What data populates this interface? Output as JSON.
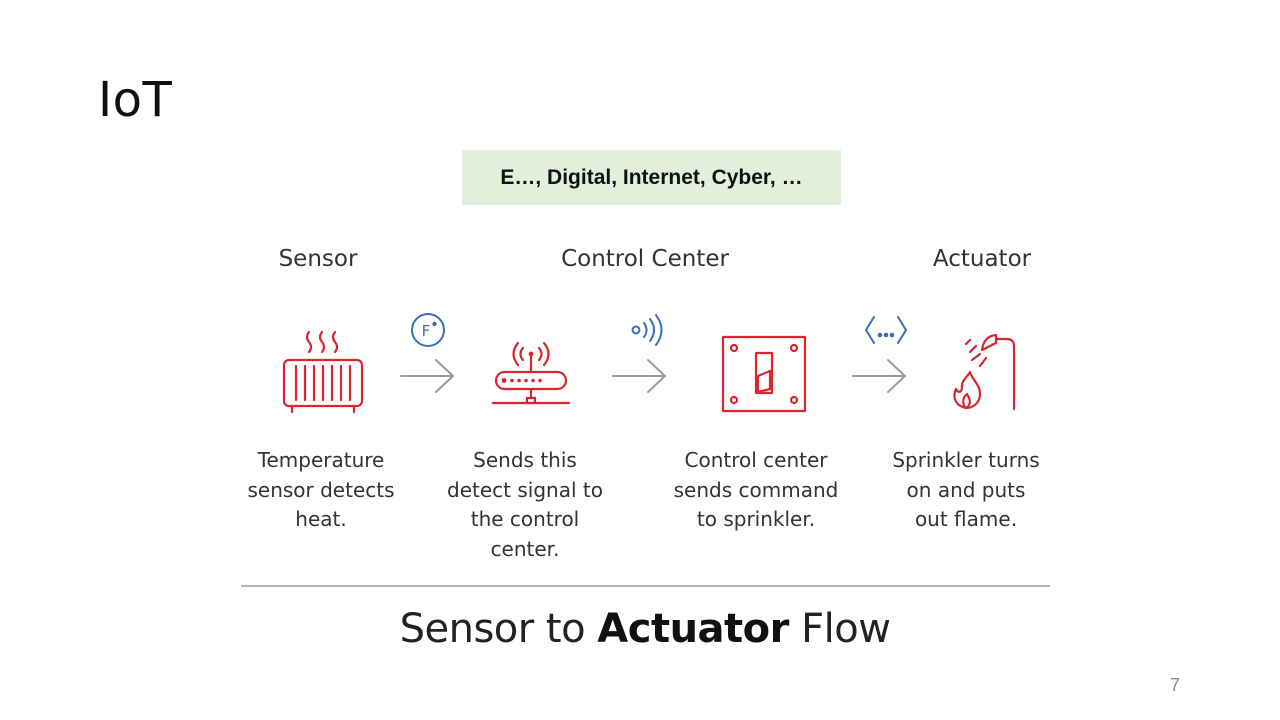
{
  "slide": {
    "title": "IoT",
    "highlight": "E…, Digital, Internet, Cyber, …",
    "page_number": "7"
  },
  "diagram": {
    "headings": [
      "Sensor",
      "Control Center",
      "Actuator"
    ],
    "steps": [
      {
        "text": "Temperature\nsensor detects\nheat.",
        "icon": "radiator-heat-icon"
      },
      {
        "text": "Sends this\ndetect signal to\nthe control\ncenter.",
        "icon": "router-icon"
      },
      {
        "text": "Control center\nsends command\nto sprinkler.",
        "icon": "switch-panel-icon"
      },
      {
        "text": "Sprinkler turns\non and puts\nout flame.",
        "icon": "sprinkler-flame-icon"
      }
    ],
    "transfer_badges": [
      {
        "icon": "fahrenheit-badge-icon",
        "label": "F°"
      },
      {
        "icon": "wireless-signal-icon"
      },
      {
        "icon": "data-code-icon"
      }
    ],
    "footer_title_prefix": "Sensor to ",
    "footer_title_bold": "Actuator",
    "footer_title_suffix": " Flow",
    "colors": {
      "icon_red": "#d9262e",
      "badge_blue": "#3a6fb5",
      "arrow_gray": "#9a9a9a",
      "highlight_bg": "#e2efda"
    }
  }
}
